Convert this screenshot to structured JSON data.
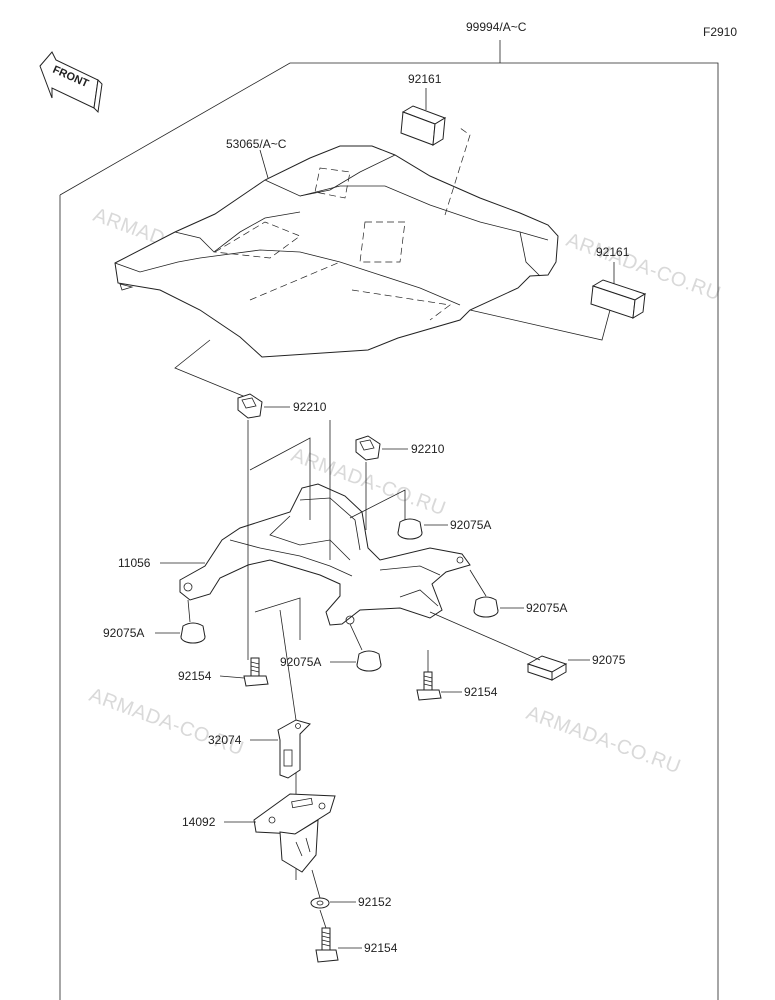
{
  "diagram": {
    "code": "F2910",
    "front_label": "FRONT",
    "watermarks": [
      "ARMADA-CO.RU",
      "ARMADA-CO.RU",
      "ARMADA-CO.RU",
      "ARMADA-CO.RU",
      "ARMADA-CO.RU"
    ],
    "parts": {
      "kit": "99994/A~C",
      "cover": "53065/A~C",
      "pad_top": "92161",
      "pad_right": "92161",
      "nut_left": "92210",
      "nut_right": "92210",
      "damper_top_right": "92075A",
      "bracket_main": "11056",
      "damper_right": "92075A",
      "damper_left": "92075A",
      "pad_small": "92075",
      "bolt_left": "92154",
      "damper_center": "92075A",
      "bolt_right": "92154",
      "stay": "32074",
      "holder": "14092",
      "washer": "92152",
      "bolt_bottom": "92154"
    }
  }
}
